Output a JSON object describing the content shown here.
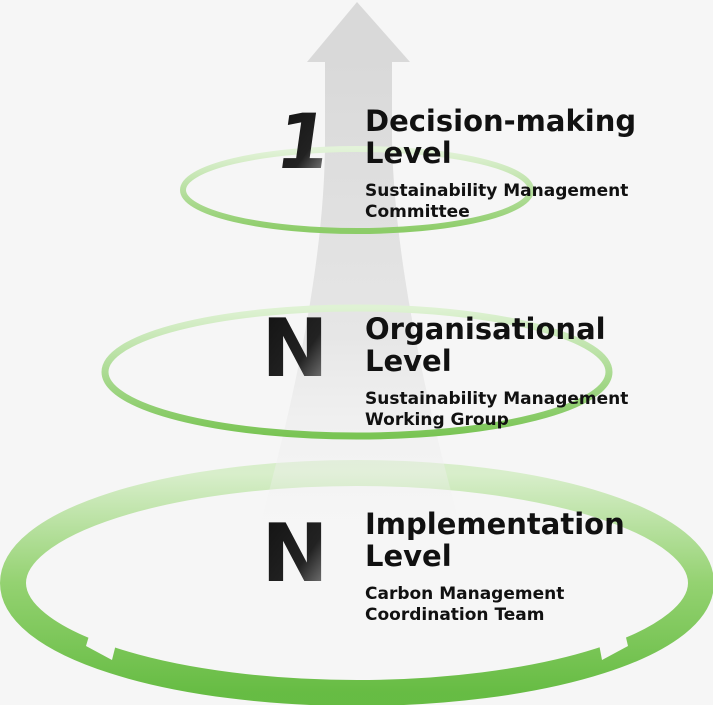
{
  "levels": [
    {
      "marker": "1",
      "title": "Decision-making\nLevel",
      "subtitle": "Sustainability Management\nCommittee"
    },
    {
      "marker": "N",
      "title": "Organisational\nLevel",
      "subtitle": "Sustainability Management\nWorking Group"
    },
    {
      "marker": "N",
      "title": "Implementation\nLevel",
      "subtitle": "Carbon Management\nCoordination Team"
    }
  ],
  "colors": {
    "background": "#f6f6f6",
    "ring_green": "#6cc24a",
    "ring_green_light": "#c4e8b0",
    "arrow_gray": "#dcdcdc",
    "text": "#111111"
  }
}
